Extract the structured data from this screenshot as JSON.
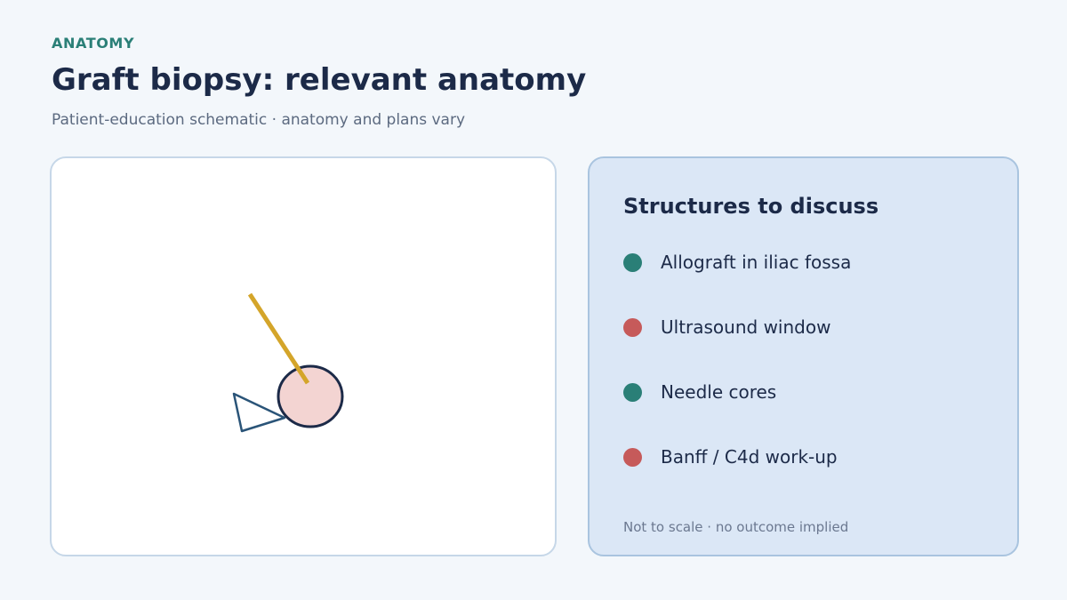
{
  "header": {
    "eyebrow": "ANATOMY",
    "title": "Graft biopsy: relevant anatomy",
    "subtitle": "Patient-education schematic · anatomy and plans vary"
  },
  "diagram": {
    "icons": [
      "needle-icon",
      "graft-kidney-icon",
      "ultrasound-probe-icon"
    ],
    "colors": {
      "needle": "#d4a52a",
      "graft_fill": "#f3d4d2",
      "graft_stroke": "#1c2a48",
      "probe_stroke": "#2a5478"
    }
  },
  "legend": {
    "title": "Structures to discuss",
    "items": [
      {
        "label": "Allograft in iliac fossa",
        "color": "#2a7f77"
      },
      {
        "label": "Ultrasound window",
        "color": "#c65a5a"
      },
      {
        "label": "Needle cores",
        "color": "#2a7f77"
      },
      {
        "label": "Banff / C4d work-up",
        "color": "#c65a5a"
      }
    ],
    "footnote": "Not to scale · no outcome implied"
  }
}
